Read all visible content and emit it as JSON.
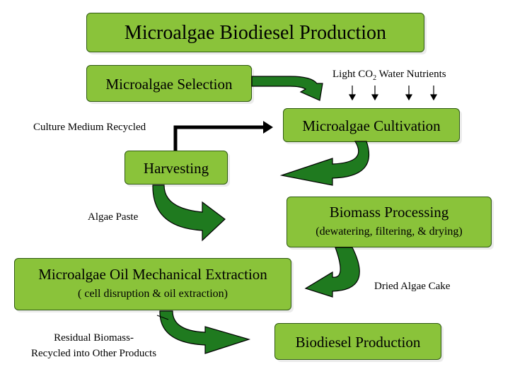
{
  "title": "Microalgae Biodiesel Production",
  "boxes": {
    "selection": "Microalgae Selection",
    "cultivation": "Microalgae Cultivation",
    "harvesting": "Harvesting",
    "processing": "Biomass Processing",
    "processing_sub": "(dewatering, filtering, & drying)",
    "extraction": "Microalgae Oil Mechanical Extraction",
    "extraction_sub": "( cell disruption & oil extraction)",
    "biodiesel": "Biodiesel Production"
  },
  "inputs": {
    "light": "Light",
    "co2": "CO",
    "co2_sub": "2",
    "water": "Water",
    "nutrients": "Nutrients"
  },
  "labels": {
    "culture": "Culture Medium Recycled",
    "paste": "Algae Paste",
    "cake": "Dried Algae Cake",
    "residual_1": "Residual Biomass-",
    "residual_2": "Recycled into Other Products"
  },
  "colors": {
    "box_fill": "#8ac33a",
    "box_border": "#2f5a12",
    "arrow_fill": "#1f7a1f"
  }
}
